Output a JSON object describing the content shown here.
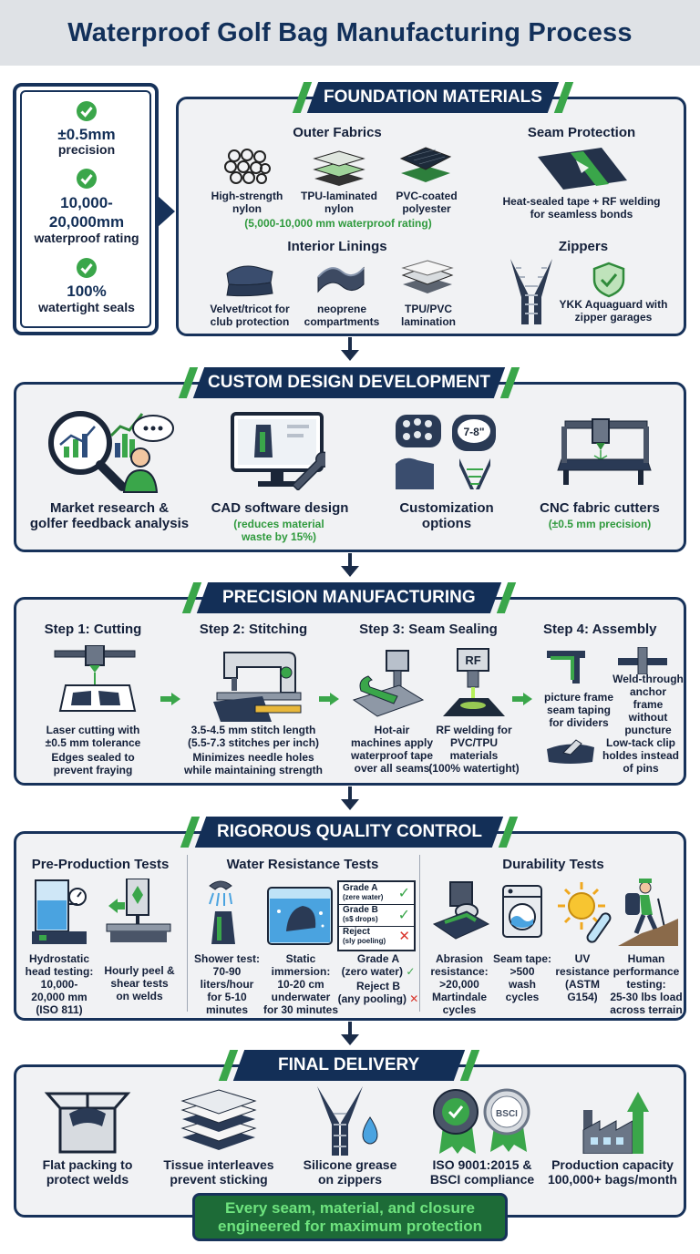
{
  "title": "Waterproof Golf Bag Manufacturing Process",
  "stats": [
    {
      "value": "±0.5mm",
      "label": "precision"
    },
    {
      "value": "10,000-\n20,000mm",
      "label": "waterproof rating"
    },
    {
      "value": "100%",
      "label": "watertight seals"
    }
  ],
  "foundation": {
    "banner": "FOUNDATION MATERIALS",
    "outer_heading": "Outer Fabrics",
    "outer_items": [
      "High-strength\nnylon",
      "TPU-laminated\nnylon",
      "PVC-coated\npolyester"
    ],
    "outer_note": "(5,000-10,000 mm waterproof rating)",
    "seam_heading": "Seam Protection",
    "seam_text": "Heat-sealed tape + RF welding\nfor seamless bonds",
    "lining_heading": "Interior Linings",
    "lining_items": [
      "Velvet/tricot for\nclub protection",
      "neoprene\ncompartments",
      "TPU/PVC\nlamination"
    ],
    "zipper_heading": "Zippers",
    "zipper_text": "YKK Aquaguard with\nzipper garages"
  },
  "design": {
    "banner": "CUSTOM DESIGN DEVELOPMENT",
    "items": [
      {
        "label": "Market research &\ngolfer feedback analysis",
        "note": ""
      },
      {
        "label": "CAD software design",
        "note": "(reduces material\nwaste by 15%)"
      },
      {
        "label": "Customization\noptions",
        "note": ""
      },
      {
        "label": "CNC fabric cutters",
        "note": "(±0.5 mm precision)"
      }
    ],
    "dial_text": "7-8\""
  },
  "manufacturing": {
    "banner": "PRECISION MANUFACTURING",
    "steps": [
      "Step 1: Cutting",
      "Step 2: Stitching",
      "Step 3: Seam Sealing",
      "Step 4: Assembly"
    ],
    "cut_text1": "Laser cutting with\n±0.5 mm tolerance",
    "cut_text2": "Edges sealed to\nprevent fraying",
    "stitch_text1": "3.5-4.5 mm stitch length\n(5.5-7.3 stitches per inch)",
    "stitch_text2": "Minimizes needle holes\nwhile maintaining strength",
    "hotair_text": "Hot-air\nmachines apply\nwaterproof tape\nover all seams",
    "rf_label": "RF",
    "rf_text": "RF welding for\nPVC/TPU\nmaterials\n(100% watertight)",
    "frame_text": "picture frame\nseam taping\nfor dividers",
    "weld_text": "Weld-through\nanchor\nframe without\npuncture",
    "clip_text": "Low-tack clip\nholdes instead\nof pins"
  },
  "quality": {
    "banner": "RIGOROUS QUALITY CONTROL",
    "pre_heading": "Pre-Production Tests",
    "hydro_text": "Hydrostatic\nhead testing:\n10,000-\n20,000 mm\n(ISO 811)",
    "peel_text": "Hourly peel &\nshear tests\non welds",
    "water_heading": "Water Resistance Tests",
    "shower_text": "Shower test:\n70-90\nliters/hour\nfor 5-10\nminutes",
    "immersion_text": "Static\nimmersion:\n10-20 cm\nunderwater\nfor 30 minutes",
    "grades": [
      {
        "label": "Grade A",
        "sub": "(zere water)",
        "mark": "✓"
      },
      {
        "label": "Grade B",
        "sub": "(s$ drops)",
        "mark": "✓"
      },
      {
        "label": "Reject",
        "sub": "(sly poeling)",
        "mark": "✕"
      }
    ],
    "grade_a_text": "Grade A",
    "grade_a_sub": "(zero water)",
    "reject_text": "Reject B",
    "reject_sub": "(any pooling)",
    "durability_heading": "Durability Tests",
    "abrasion_text": "Abrasion\nresistance:\n>20,000\nMartindale\ncycles",
    "seamtape_text": "Seam tape:\n>500\nwash\ncycles",
    "uv_text": "UV\nresistance\n(ASTM\nG154)",
    "human_text": "Human\nperformance\ntesting:\n25-30 lbs load\nacross terrain"
  },
  "delivery": {
    "banner": "FINAL DELIVERY",
    "items": [
      "Flat packing to\nprotect welds",
      "Tissue interleaves\nprevent sticking",
      "Silicone grease\non zippers",
      "ISO 9001:2015 &\nBSCI compliance",
      "Production capacity\n100,000+ bags/month"
    ],
    "badge_text": "BSCI",
    "footer": "Every seam, material, and closure\nengineered for maximum protection"
  },
  "colors": {
    "navy": "#132f57",
    "green": "#3aa64a",
    "panel": "#f1f2f4"
  }
}
